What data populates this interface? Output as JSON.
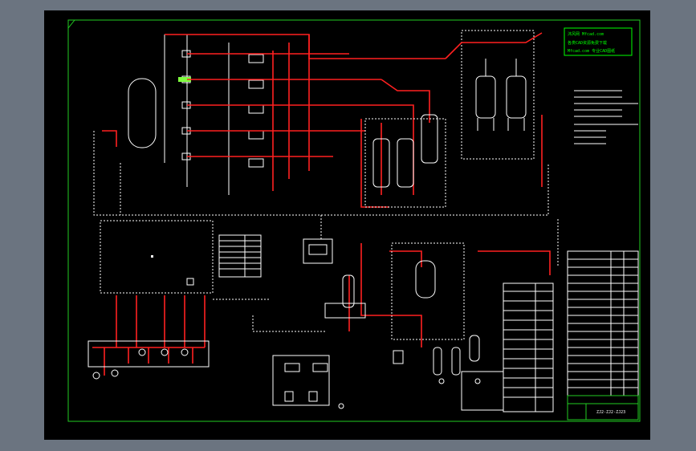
{
  "title_block": {
    "header": "沐风网 Mfcad.com",
    "lines": [
      "沐风网 Mfcad.com",
      "各类CAD资源免费下载",
      "Mfcad.com 专业CAD图纸"
    ],
    "drawing_no": "ZJ2-ZJ2-ZJ23"
  },
  "colors": {
    "pipe": "#ff2020",
    "line": "#ffffff",
    "border": "#22cc22",
    "title_box": "#00ff00",
    "accent": "#ffff40"
  },
  "legend_symbols": [
    "valve-symbol",
    "pump-symbol",
    "tank-symbol",
    "filter-symbol"
  ]
}
